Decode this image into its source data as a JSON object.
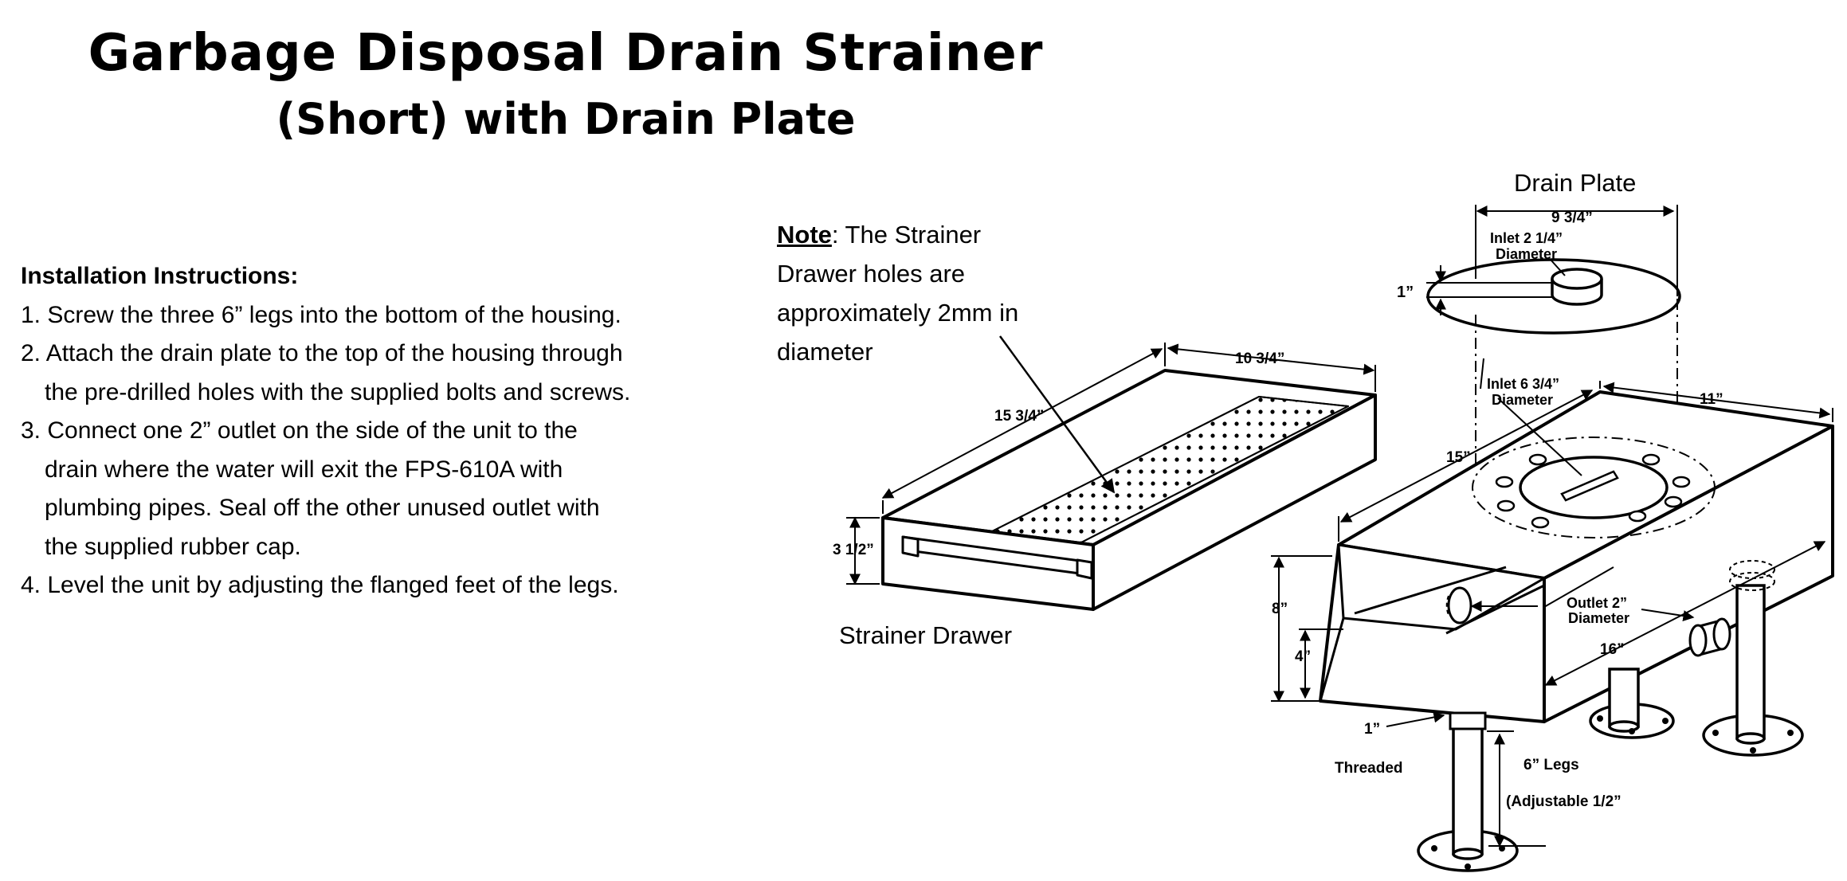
{
  "title": {
    "line1": "Garbage Disposal Drain Strainer",
    "line2": "(Short) with Drain Plate"
  },
  "instructions": {
    "heading": "Installation Instructions:",
    "steps": [
      {
        "first": "1. Screw the three 6” legs into the bottom of the housing.",
        "cont": []
      },
      {
        "first": "2. Attach the drain plate to the top of the housing through",
        "cont": [
          "the pre-drilled holes with the supplied bolts and screws."
        ]
      },
      {
        "first": "3. Connect one 2” outlet on the side of the unit to the",
        "cont": [
          "drain where the water will exit the FPS-610A with",
          "plumbing pipes.  Seal off the other unused outlet with",
          "the supplied rubber cap."
        ]
      },
      {
        "first": "4. Level the unit by adjusting the flanged feet of the legs.",
        "cont": []
      }
    ]
  },
  "note": {
    "label": "Note",
    "lines": [
      ": The Strainer",
      "Drawer holes are",
      "approximately 2mm in",
      "diameter"
    ]
  },
  "captions": {
    "strainer_drawer": "Strainer Drawer",
    "drain_plate": "Drain Plate"
  },
  "dims": {
    "drawer_length": "15 3/4”",
    "drawer_width": "10 3/4”",
    "drawer_height": "3 1/2”",
    "plate_width": "9 3/4”",
    "plate_inlet_l1": "Inlet 2 1/4”",
    "plate_inlet_l2": "Diameter",
    "plate_height": "1”",
    "housing_inlet_l1": "Inlet 6 3/4”",
    "housing_inlet_l2": "Diameter",
    "housing_width": "11”",
    "housing_depth": "15”",
    "housing_height": "8”",
    "housing_lower": "4”",
    "outlet_l1": "Outlet 2”",
    "outlet_l2": "Diameter",
    "housing_length": "16”",
    "leg_thread": "1”",
    "threaded": "Threaded",
    "legs": "6” Legs",
    "adjustable": "(Adjustable 1/2”"
  }
}
